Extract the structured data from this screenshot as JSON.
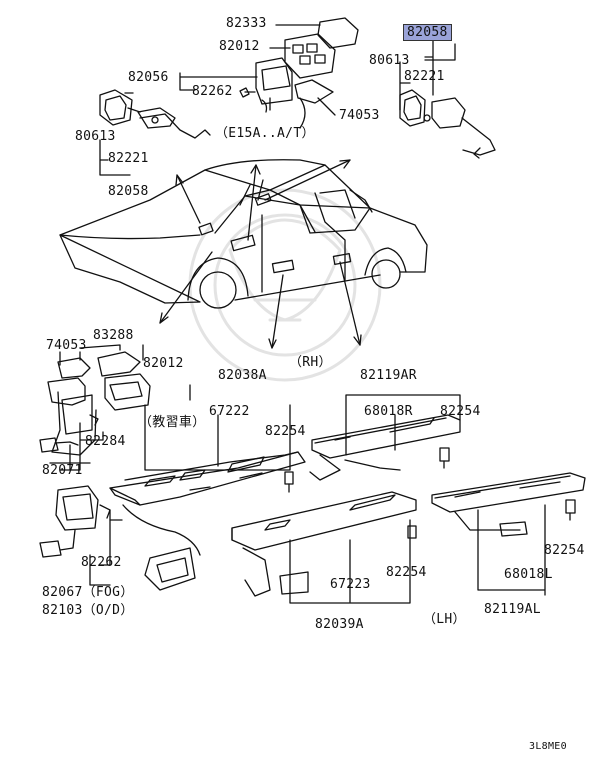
{
  "diagram": {
    "part_numbers": {
      "p82333": "82333",
      "p82012_top": "82012",
      "p82056": "82056",
      "p82262_top": "82262",
      "p74053_top": "74053",
      "p80613_left": "80613",
      "p82221_left": "82221",
      "p82058_left": "82058",
      "p82058_right": "82058",
      "p80613_right": "80613",
      "p82221_right": "82221",
      "p83288": "83288",
      "p74053_lower": "74053",
      "p82012_lower": "82012",
      "p82284": "82284",
      "p82071": "82071",
      "p82262_lower": "82262",
      "p82067": "82067（FOG）",
      "p82103": "82103（O/D）",
      "p82038A": "82038A",
      "p67222": "67222",
      "p82254_a": "82254",
      "p82119AR": "82119AR",
      "p68018R": "68018R",
      "p82254_b": "82254",
      "p67223": "67223",
      "p82254_c": "82254",
      "p82039A": "82039A",
      "p82254_d": "82254",
      "p68018L": "68018L",
      "p82119AL": "82119AL"
    },
    "notes": {
      "e15a": "（E15A..A/T）",
      "rh": "（RH）",
      "lh": "（LH）",
      "school": "（教習車）"
    },
    "highlight_color": "#9aa3d8",
    "footer_code": "3L8ME0"
  }
}
